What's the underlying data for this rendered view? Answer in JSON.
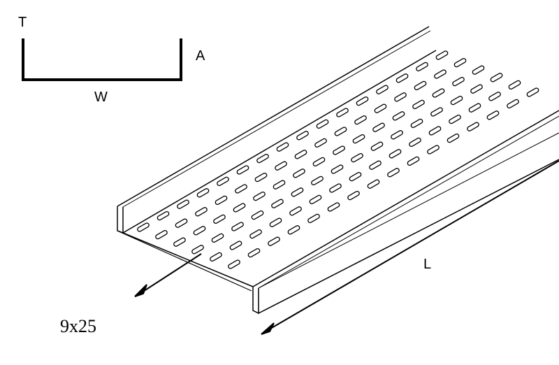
{
  "profile": {
    "thickness_label": "T",
    "height_label": "A",
    "width_label": "W"
  },
  "tray": {
    "length_label": "L",
    "slot_size_label": "9x25"
  }
}
